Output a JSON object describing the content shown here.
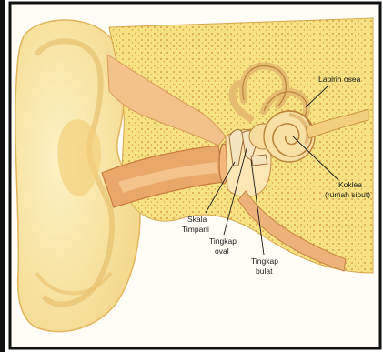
{
  "figure": {
    "labels": {
      "labirin_osea": "Labirin osea",
      "koklea_line1": "Koklea",
      "koklea_line2": "(rumah siput)",
      "skala_line1": "Skala",
      "skala_line2": "Timpani",
      "tingkap_oval_line1": "Tingkap",
      "tingkap_oval_line2": "oval",
      "tingkap_bulat_line1": "Tingkap",
      "tingkap_bulat_line2": "bulat"
    },
    "colors": {
      "skin": "#f9e6a6",
      "skin_dark": "#e9c46a",
      "bone": "#f4e07c",
      "canal": "#e8a65f",
      "border": "#111111"
    }
  }
}
